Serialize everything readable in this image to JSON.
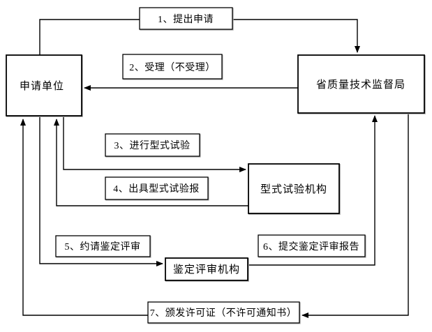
{
  "diagram": {
    "type": "flowchart",
    "background": "#ffffff",
    "line_color": "#000000",
    "box_fill": "#ffffff",
    "box_border": "#000000",
    "nodes": [
      {
        "id": "applicant",
        "label": "申请单位"
      },
      {
        "id": "bureau",
        "label": "省质量技术监督局"
      },
      {
        "id": "test-org",
        "label": "型式试验机构"
      },
      {
        "id": "review-org",
        "label": "鉴定评审机构"
      }
    ],
    "steps": [
      {
        "id": "step-1",
        "label": "1、提出申请"
      },
      {
        "id": "step-2",
        "label": "2、受理（不受理）"
      },
      {
        "id": "step-3",
        "label": "3、进行型式试验"
      },
      {
        "id": "step-4",
        "label": "4、出具型式试验报"
      },
      {
        "id": "step-5",
        "label": "5、约请鉴定评审"
      },
      {
        "id": "step-6",
        "label": "6、提交鉴定评审报告"
      },
      {
        "id": "step-7",
        "label": "7、颁发许可证（不许可通知书）"
      }
    ],
    "edges": [
      {
        "step": 1,
        "from": "applicant",
        "to": "bureau"
      },
      {
        "step": 2,
        "from": "bureau",
        "to": "applicant"
      },
      {
        "step": 3,
        "from": "applicant",
        "to": "test-org"
      },
      {
        "step": 4,
        "from": "test-org",
        "to": "applicant"
      },
      {
        "step": 5,
        "from": "applicant",
        "to": "review-org"
      },
      {
        "step": 6,
        "from": "review-org",
        "to": "bureau"
      },
      {
        "step": 7,
        "from": "bureau",
        "to": "applicant"
      }
    ]
  }
}
